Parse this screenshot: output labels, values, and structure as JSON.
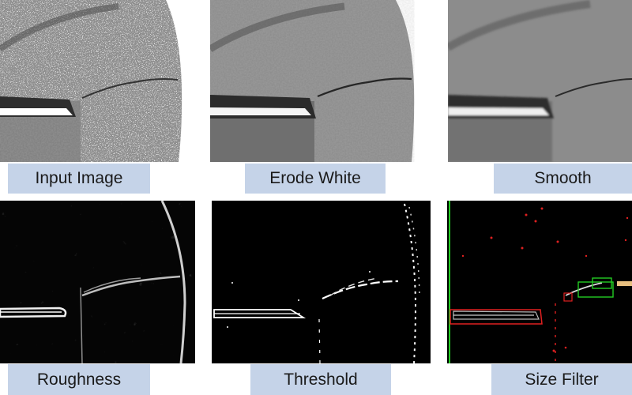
{
  "panels": {
    "input_image": {
      "label": "Input Image"
    },
    "erode_white": {
      "label": "Erode White"
    },
    "smooth": {
      "label": "Smooth"
    },
    "roughness": {
      "label": "Roughness"
    },
    "threshold": {
      "label": "Threshold"
    },
    "size_filter": {
      "label": "Size Filter"
    }
  }
}
